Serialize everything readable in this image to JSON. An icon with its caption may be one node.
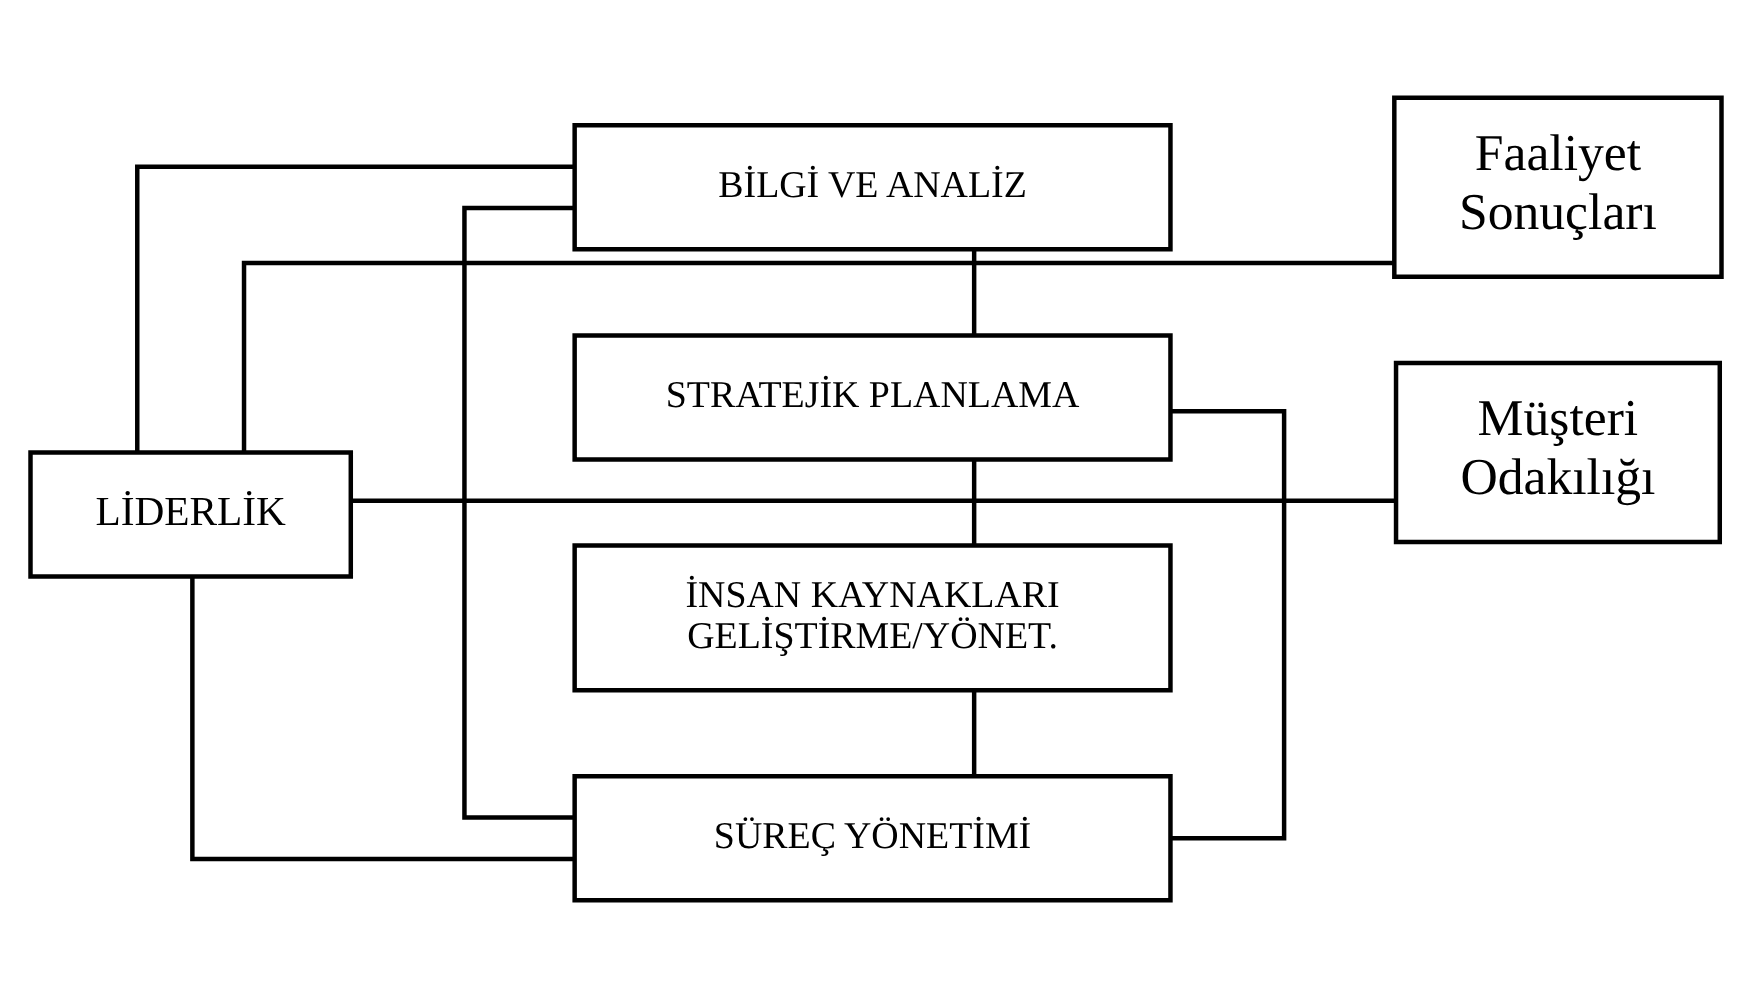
{
  "diagram": {
    "nodes": [
      {
        "text": [
          "LİDERLİK"
        ]
      },
      {
        "text": [
          "BİLGİ VE ANALİZ"
        ]
      },
      {
        "text": [
          "STRATEJİK PLANLAMA"
        ]
      },
      {
        "text": [
          "İNSAN KAYNAKLARI GELİŞTİRME/YÖNET."
        ]
      },
      {
        "text": [
          "SÜREÇ YÖNETİMİ"
        ]
      },
      {
        "text": [
          "Faaliyet Sonuçları"
        ]
      },
      {
        "text": [
          "Müşteri Odakılığı"
        ]
      }
    ],
    "edges": [
      {
        "from": 0,
        "to": 1,
        "arrow": "none"
      },
      {
        "from": 0,
        "to": 4,
        "arrow": "none"
      },
      {
        "from": 1,
        "to": 2,
        "arrow": "none"
      },
      {
        "from": 2,
        "to": 3,
        "arrow": "none"
      },
      {
        "from": 3,
        "to": 4,
        "arrow": "none"
      },
      {
        "from": 1,
        "to": 4,
        "arrow": "none"
      },
      {
        "from": 2,
        "to": 4,
        "arrow": "none"
      },
      {
        "from": 0,
        "to": 5,
        "arrow": "none"
      },
      {
        "from": 0,
        "to": 6,
        "arrow": "none"
      }
    ]
  }
}
